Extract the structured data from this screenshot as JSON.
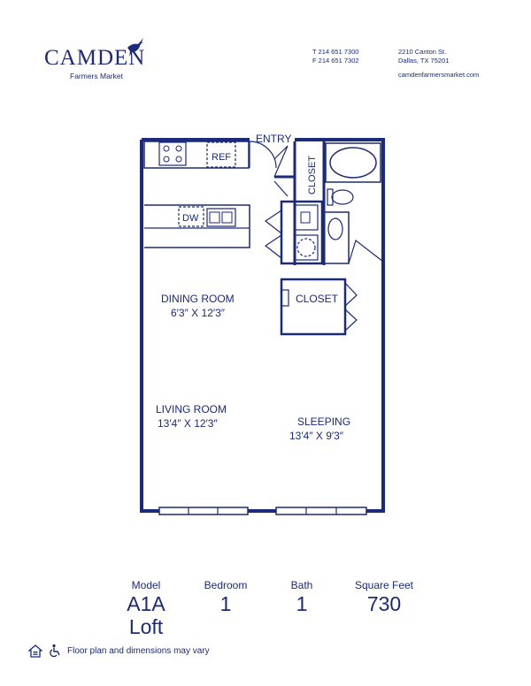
{
  "header": {
    "brand": "CAMDEN",
    "property": "Farmers Market",
    "phone": "T 214 651 7300",
    "fax": "F 214 651 7302",
    "address_line1": "2210 Canton St.",
    "address_line2": "Dallas, TX 75201",
    "website": "camdenfarmersmarket.com"
  },
  "plan": {
    "entry": "ENTRY",
    "ref": "REF",
    "dw": "DW",
    "closet_vertical": "CLOSET",
    "closet": "CLOSET",
    "dining_name": "DINING ROOM",
    "dining_dims": "6′3″ X 12′3″",
    "living_name": "LIVING ROOM",
    "living_dims": "13′4″ X 12′3″",
    "sleeping_name": "SLEEPING",
    "sleeping_dims": "13′4″ X 9′3″"
  },
  "specs": {
    "model_label": "Model",
    "model_value": "A1A",
    "model_sub": "Loft",
    "bedroom_label": "Bedroom",
    "bedroom_value": "1",
    "bath_label": "Bath",
    "bath_value": "1",
    "sqft_label": "Square Feet",
    "sqft_value": "730"
  },
  "footer": {
    "disclaimer": "Floor plan and dimensions may vary"
  },
  "colors": {
    "brand": "#1b2a7a"
  }
}
